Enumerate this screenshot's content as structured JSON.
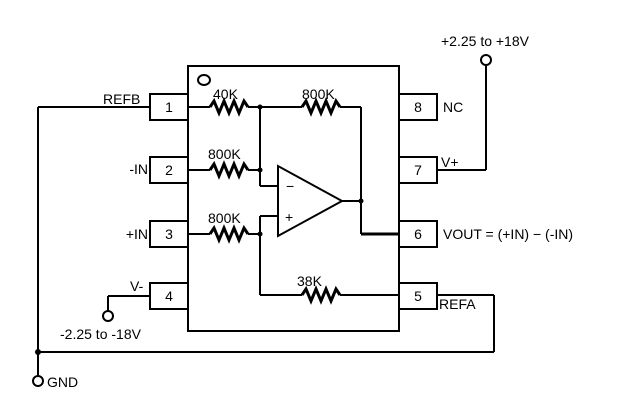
{
  "supply": {
    "positive_label": "+2.25 to +18V",
    "negative_label": "-2.25 to -18V"
  },
  "ground_label": "GND",
  "resistors": [
    "40K",
    "800K",
    "800K",
    "800K",
    "38K"
  ],
  "pins": [
    {
      "number": "1",
      "name": "REFB"
    },
    {
      "number": "2",
      "name": "-IN"
    },
    {
      "number": "3",
      "name": "+IN"
    },
    {
      "number": "4",
      "name": "V-"
    },
    {
      "number": "5",
      "name": "REFA"
    },
    {
      "number": "6",
      "name": "VOUT = (+IN)  −  (-IN)"
    },
    {
      "number": "7",
      "name": "V+"
    },
    {
      "number": "8",
      "name": "NC"
    }
  ],
  "opamp": {
    "minus_sign": "−",
    "plus_sign": "+"
  }
}
